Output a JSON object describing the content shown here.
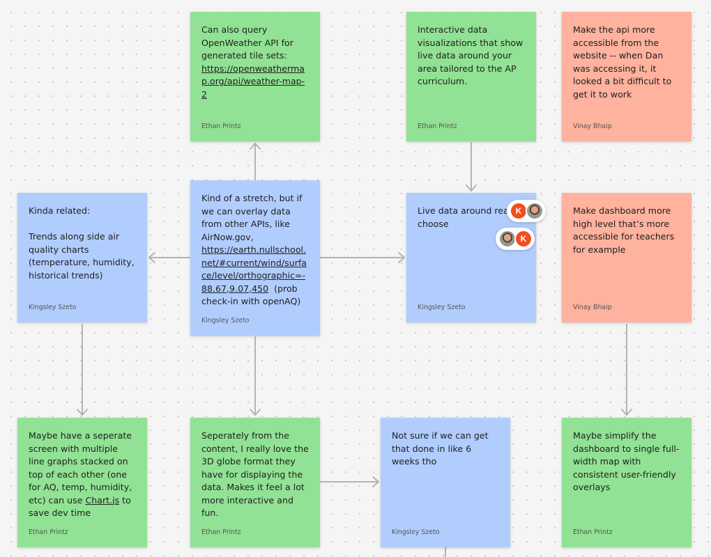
{
  "colors": {
    "green": "#91e294",
    "blue": "#b1cdfe",
    "salmon": "#ffb29e",
    "connector": "#b3b3b3",
    "avatar_k": "#f24e1e"
  },
  "notes": {
    "openweather": {
      "text_before_link": "Can also query OpenWeather API for generated tile sets: ",
      "link": "https://openweathermap.org/api/weather-map-2",
      "author": "Ethan Printz"
    },
    "interactive_viz": {
      "text": "Interactive data visualizations that show live data around your area tailored to the AP curriculum.",
      "author": "Ethan Printz"
    },
    "api_accessible": {
      "text": "Make the api more accessible from the website -- when Dan was accessing it, it looked a bit difficult to get it to work",
      "author": "Vinay Bhaip"
    },
    "kinda_related": {
      "text": "Kinda related:\n\nTrends along side air quality charts (temperature, humidity, historical trends)",
      "author": "Kingsley Szeto"
    },
    "overlay_apis": {
      "text_before_link": "Kind of a stretch, but if we can overlay data from other APIs, like AirNow.gov, ",
      "link": "https://earth.nullschool.net/#current/wind/surface/level/orthographic=-88.67,9.07,450",
      "text_after_link": "  (prob check-in with openAQ)",
      "author": "Kingsley Szeto"
    },
    "live_data": {
      "text": "Live data around reasons you can choose",
      "author": "Kingsley Szeto"
    },
    "dashboard_high_level": {
      "text": "Make dashboard more high level that’s more accessible for teachers for example",
      "author": "Vinay Bhaip"
    },
    "separate_screen": {
      "text_before_link": "Maybe have a seperate screen with multiple line graphs stacked on top of each other (one for AQ, temp, humidity, etc) can use ",
      "link": "Chart.js",
      "text_after_link": " to save dev time",
      "author": "Ethan Printz"
    },
    "globe_format": {
      "text": "Seperately from the content, I really love the 3D globe format they have for displaying the data. Makes it feel a lot more interactive and fun.",
      "author": "Ethan Printz"
    },
    "six_weeks": {
      "text": "Not sure if we can get that done in like 6 weeks tho",
      "author": "Kingsley Szeto"
    },
    "simplify_dashboard": {
      "text": "Maybe simplify the dashboard to single full-width map with consistent user-friendly overlays",
      "author": "Ethan Printz"
    }
  },
  "avatars": {
    "k_initial": "K",
    "k_icon": "k-avatar-icon",
    "photo_icon": "user-photo-avatar"
  }
}
